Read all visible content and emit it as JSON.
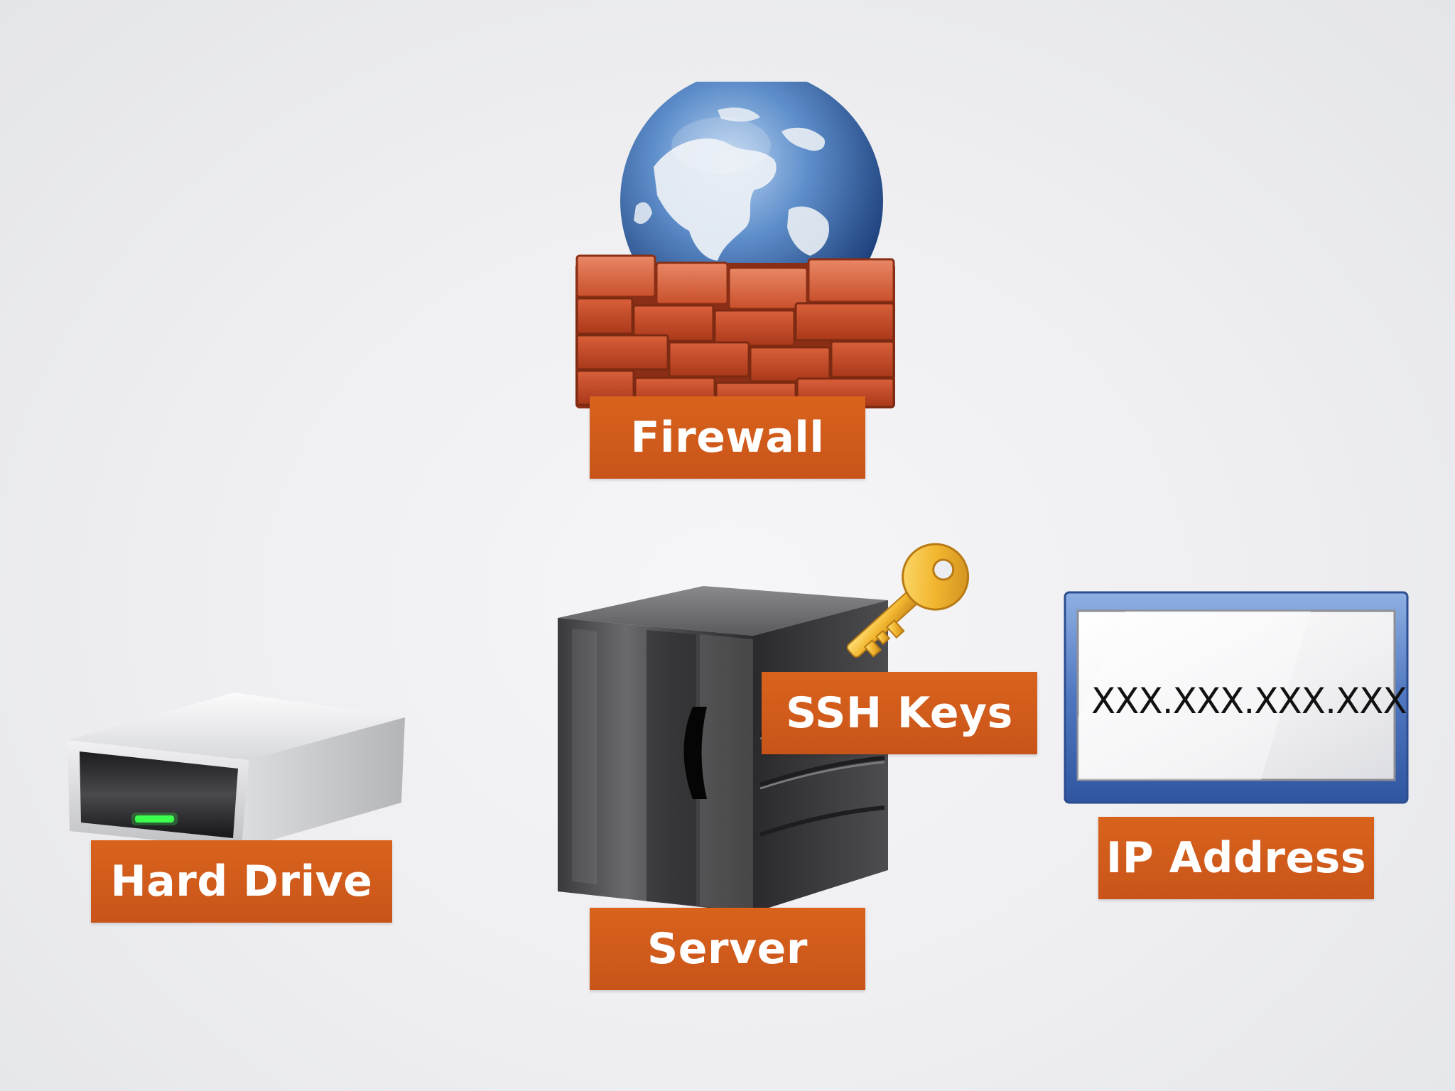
{
  "labels": {
    "firewall": "Firewall",
    "ssh_keys": "SSH Keys",
    "hard_drive": "Hard Drive",
    "server": "Server",
    "ip_address": "IP Address"
  },
  "ip_box": {
    "value": "XXX.XXX.XXX.XXX"
  },
  "icons": {
    "firewall": "globe-brick-wall-icon",
    "server": "server-tower-icon",
    "key": "key-icon",
    "hard_drive": "hard-drive-icon",
    "ip": "address-field-icon"
  },
  "colors": {
    "label_bg": "#d15a1b",
    "label_text": "#ffffff",
    "brick": "#c0451f",
    "globe": "#3f6fb1",
    "key": "#f2b630",
    "ip_frame": "#4f77bf"
  }
}
